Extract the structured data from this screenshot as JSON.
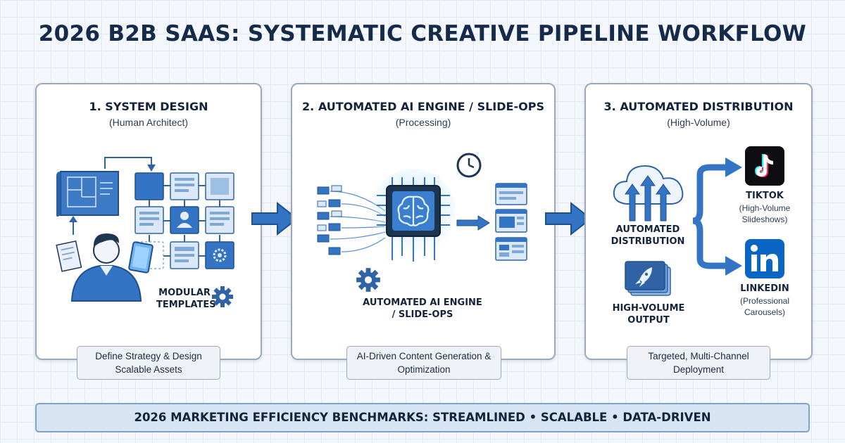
{
  "title": "2026 B2B SAAS: SYSTEMATIC CREATIVE PIPELINE WORKFLOW",
  "panels": [
    {
      "heading": "1. SYSTEM DESIGN",
      "subheading": "(Human Architect)",
      "label": "MODULAR TEMPLATES",
      "caption": "Define Strategy & Design Scalable Assets"
    },
    {
      "heading": "2. AUTOMATED AI ENGINE / SLIDE-OPS",
      "subheading": "(Processing)",
      "label": "AUTOMATED AI ENGINE / SLIDE-OPS",
      "caption": "AI-Driven Content Generation & Optimization"
    },
    {
      "heading": "3. AUTOMATED DISTRIBUTION",
      "subheading": "(High-Volume)",
      "label_distribution": "AUTOMATED DISTRIBUTION",
      "label_output": "HIGH-VOLUME OUTPUT",
      "caption": "Targeted, Multi-Channel Deployment",
      "channels": [
        {
          "name": "TIKTOK",
          "detail": "(High-Volume Slideshows)",
          "icon": "tiktok-icon"
        },
        {
          "name": "LINKEDIN",
          "detail": "(Professional Carousels)",
          "icon": "linkedin-icon"
        }
      ]
    }
  ],
  "banner": "2026 MARKETING EFFICIENCY BENCHMARKS: STREAMLINED • SCALABLE • DATA-DRIVEN",
  "colors": {
    "accent": "#3474c4",
    "dark": "#152b49",
    "panel_border": "#9aa9bc",
    "banner_bg": "#d6e4f3"
  }
}
